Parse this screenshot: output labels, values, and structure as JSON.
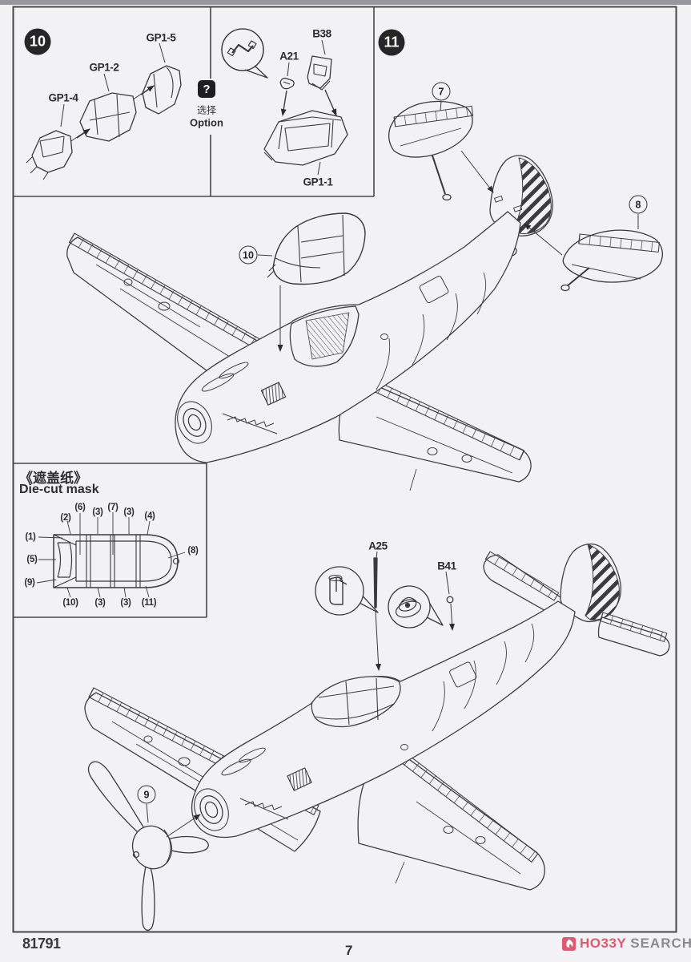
{
  "doc": {
    "kit_number": "81791",
    "page_number": "7"
  },
  "brand": {
    "logo_text": "HO33Y",
    "logo_text2": "SEARCH",
    "accent_pink": "#e4586f",
    "gray": "#8b8b8b",
    "icon": "flame-icon"
  },
  "steps": {
    "step10": {
      "number": "10",
      "parts": [
        "GP1-4",
        "GP1-2",
        "GP1-5"
      ]
    },
    "option": {
      "mark": "?",
      "label_cn": "选择",
      "label_en": "Option"
    },
    "windscreen": {
      "parts": [
        "A21",
        "B38",
        "GP1-1"
      ]
    },
    "step11": {
      "number": "11",
      "callouts": {
        "left_stabilizer": "7",
        "right_stabilizer": "8",
        "propeller": "9",
        "canopy": "10"
      },
      "labels": {
        "antenna": "A25",
        "fastener": "B41"
      }
    }
  },
  "mask_box": {
    "title_cn": "《遮盖纸》",
    "title_en": "Die-cut mask",
    "callouts_top": [
      "(2)",
      "(6)",
      "(3)",
      "(7)",
      "(3)",
      "(4)"
    ],
    "callouts_left": [
      "(1)",
      "(5)",
      "(9)"
    ],
    "callouts_right": [
      "(8)"
    ],
    "callouts_bottom": [
      "(10)",
      "(3)",
      "(3)",
      "(11)"
    ]
  },
  "colors": {
    "ink": "#383838",
    "paper": "#f2f2f4"
  }
}
